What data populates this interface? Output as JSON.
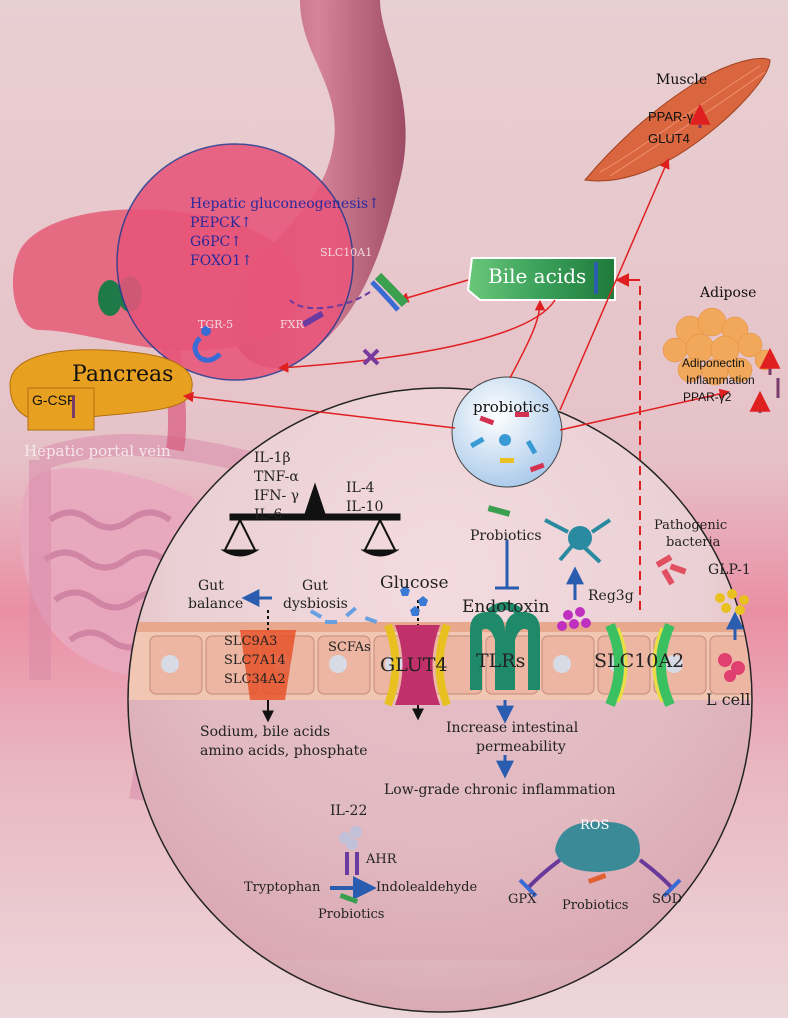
{
  "liver_panel": {
    "lines": [
      "Hepatic gluconeogenesis↑",
      "PEPCK↑",
      "G6PC↑",
      "FOXO1↑"
    ],
    "slc10a1": "SLC10A1",
    "fxr": "FXR",
    "tgr5": "TGR-5"
  },
  "bile_acids": "Bile acids",
  "pancreas": "Pancreas",
  "gcsf": "G-CSF",
  "portal_vein": "Hepatic portal vein",
  "muscle": {
    "title": "Muscle",
    "items": [
      "PPAR-γ",
      "GLUT4"
    ]
  },
  "adipose": {
    "title": "Adipose",
    "items": [
      "Adiponectin",
      "Inflammation",
      "PPAR-γ2"
    ]
  },
  "probiotics_center": "probiotics",
  "cytokines": {
    "left": [
      "IL-1β",
      "TNF-α",
      "IFN- γ",
      "IL-6"
    ],
    "right": [
      "IL-4",
      "IL-10"
    ]
  },
  "gut": {
    "balance": [
      "Gut",
      "balance"
    ],
    "dysbiosis": [
      "Gut",
      "dysbiosis"
    ],
    "transporters": [
      "SLC9A3",
      "SLC7A14",
      "SLC34A2"
    ],
    "scfas": "SCFAs",
    "glucose": "Glucose",
    "glut4": "GLUT4",
    "tlrs": "TLRs",
    "endotoxin": "Endotoxin",
    "probiotics": "Probiotics",
    "reg3g": "Reg3g",
    "slc10a2": "SLC10A2",
    "pathogenic": [
      "Pathogenic",
      "bacteria"
    ],
    "glp1": "GLP-1",
    "lcell": "L cell"
  },
  "absorption": [
    "Sodium, bile acids",
    "amino acids, phosphate"
  ],
  "permeability": [
    "Increase intestinal",
    "permeability"
  ],
  "inflammation": "Low-grade chronic inflammation",
  "il22": "IL-22",
  "ahr": "AHR",
  "tryptophan": "Tryptophan",
  "indole": "Indolealdehyde",
  "probiotics_trp": "Probiotics",
  "ros": "ROS",
  "gpx": "GPX",
  "sod": "SOD",
  "probiotics_ros": "Probiotics",
  "colors": {
    "arrow_red": "#e02020",
    "arrow_blue": "#2a5db0",
    "up_arrow": "#7a3a6a",
    "green_box": "#3aa05a"
  }
}
